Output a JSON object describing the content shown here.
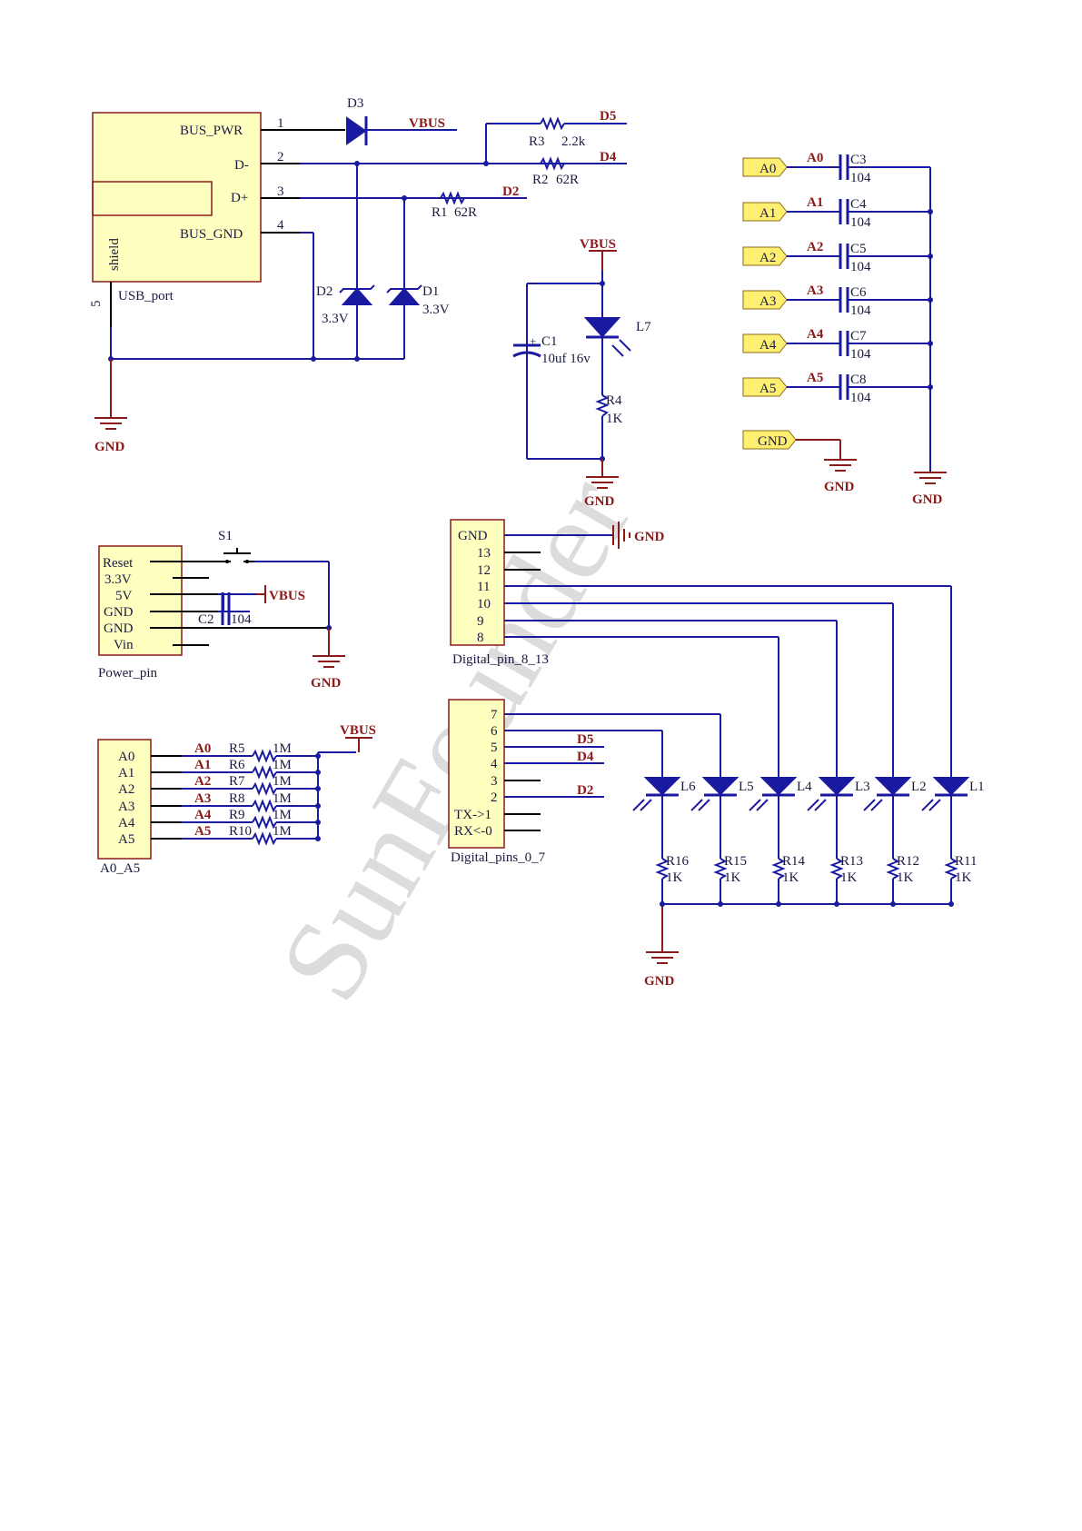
{
  "usb": {
    "pins": [
      "BUS_PWR",
      "D-",
      "D+",
      "BUS_GND"
    ],
    "pin_numbers": [
      "1",
      "2",
      "3",
      "4",
      "5"
    ],
    "shield": "shield",
    "name": "USB_port"
  },
  "parts": {
    "D3": "D3",
    "VBUS": "VBUS",
    "R3": "R3",
    "R3v": "2.2k",
    "R2": "R2",
    "R2v": "62R",
    "R1": "R1",
    "R1v": "62R",
    "D5": "D5",
    "D4": "D4",
    "D2net": "D2",
    "D2": "D2",
    "D2v": "3.3V",
    "D1": "D1",
    "D1v": "3.3V",
    "GND": "GND",
    "C1": "C1",
    "C1v": "10uf  16v",
    "L7": "L7",
    "R4": "R4",
    "R4v": "1K",
    "S1": "S1",
    "C2": "C2",
    "C2v": "104"
  },
  "analog_caps": {
    "ports": [
      "A0",
      "A1",
      "A2",
      "A3",
      "A4",
      "A5"
    ],
    "caps": [
      "C3",
      "C4",
      "C5",
      "C6",
      "C7",
      "C8"
    ],
    "value": "104",
    "gnd_port": "GND"
  },
  "power_pin": {
    "pins": [
      "Reset",
      "3.3V",
      "5V",
      "GND",
      "GND",
      "Vin"
    ],
    "name": "Power_pin"
  },
  "digital_8_13": {
    "pins": [
      "GND",
      "13",
      "12",
      "11",
      "10",
      "9",
      "8"
    ],
    "name": "Digital_pin_8_13"
  },
  "digital_0_7": {
    "pins": [
      "7",
      "6",
      "5",
      "4",
      "3",
      "2",
      "TX->1",
      "RX<-0"
    ],
    "name": "Digital_pins_0_7"
  },
  "a0_a5": {
    "pins": [
      "A0",
      "A1",
      "A2",
      "A3",
      "A4",
      "A5"
    ],
    "resistors": [
      "R5",
      "R6",
      "R7",
      "R8",
      "R9",
      "R10"
    ],
    "value": "1M",
    "name": "A0_A5"
  },
  "leds": {
    "names": [
      "L6",
      "L5",
      "L4",
      "L3",
      "L2",
      "L1"
    ],
    "resistors": [
      "R16",
      "R15",
      "R14",
      "R13",
      "R12",
      "R11"
    ],
    "value": "1K"
  },
  "watermark": "SunFounder"
}
